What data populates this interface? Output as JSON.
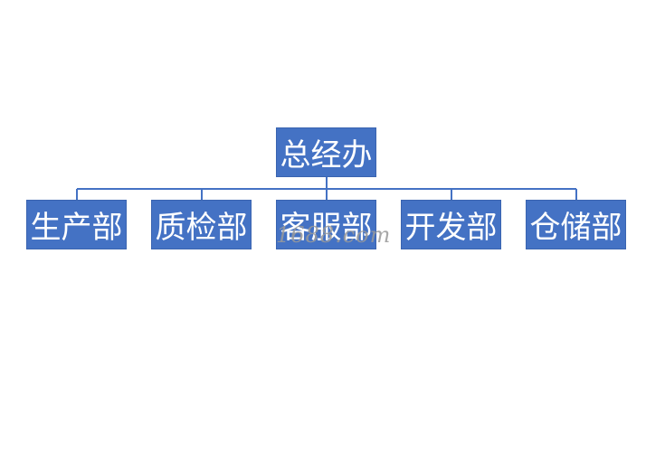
{
  "org_chart": {
    "root": {
      "label": "总经办"
    },
    "children": [
      {
        "label": "生产部"
      },
      {
        "label": "质检部"
      },
      {
        "label": "客服部"
      },
      {
        "label": "开发部"
      },
      {
        "label": "仓储部"
      }
    ],
    "colors": {
      "box_fill": "#4472c4",
      "box_text": "#ffffff",
      "connector": "#4472c4"
    }
  },
  "watermark": {
    "text": "1688.com"
  }
}
